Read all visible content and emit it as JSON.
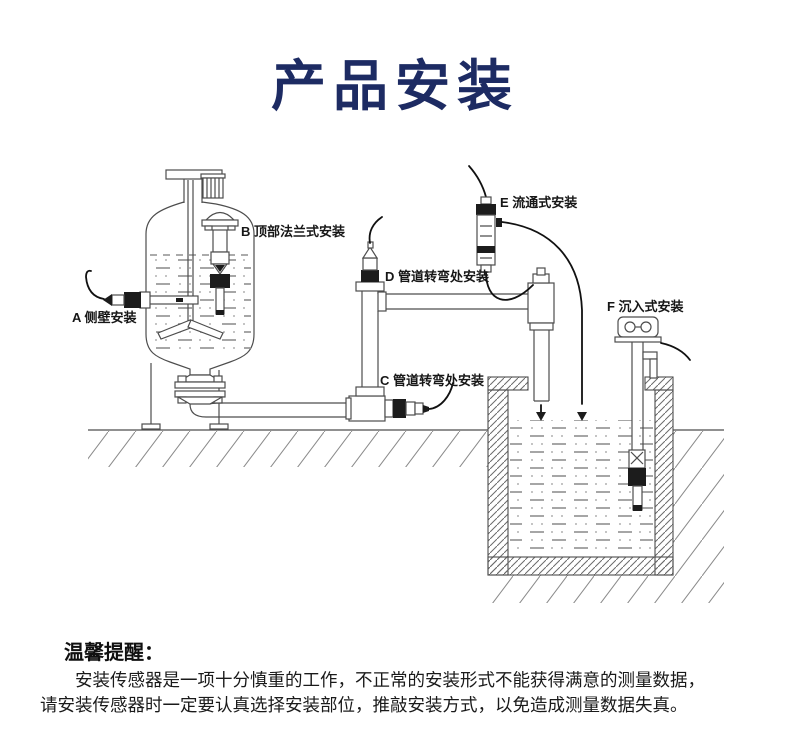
{
  "title": "产品安装",
  "colors": {
    "title_navy": "#1d2b63",
    "drawing_line": "#4d4d4d"
  },
  "diagram": {
    "labels": {
      "a": "A 侧壁安装",
      "b": "B 顶部法兰式安装",
      "c": "C 管道转弯处安装",
      "d": "D 管道转弯处安装",
      "e": "E 流通式安装",
      "f": "F 沉入式安装"
    }
  },
  "reminder": {
    "heading": "温馨提醒：",
    "line1": "安装传感器是一项十分慎重的工作，不正常的安装形式不能获得满意的测量数据，",
    "line2": "请安装传感器时一定要认真选择安装部位，推敲安装方式，以免造成测量数据失真。"
  }
}
